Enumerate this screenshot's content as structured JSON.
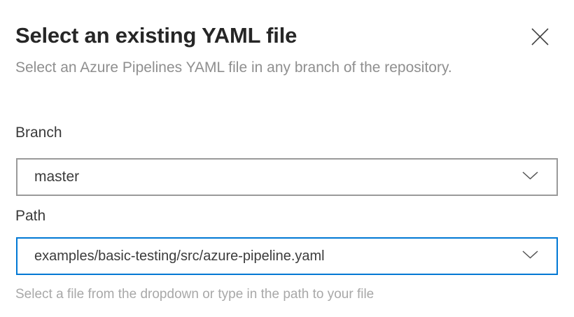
{
  "dialog": {
    "title": "Select an existing YAML file",
    "subtitle": "Select an Azure Pipelines YAML file in any branch of the repository."
  },
  "fields": {
    "branch": {
      "label": "Branch",
      "value": "master",
      "control": "dropdown",
      "chevron_icon": "chevron-down-icon"
    },
    "path": {
      "label": "Path",
      "value": "examples/basic-testing/src/azure-pipeline.yaml",
      "control": "combobox",
      "focused": true,
      "chevron_icon": "chevron-down-icon",
      "helper": "Select a file from the dropdown or type in the path to your file"
    }
  },
  "icons": {
    "close": "close-icon"
  },
  "colors": {
    "accent": "#0078d4",
    "border-gray": "#9a9a9a",
    "title-text": "#262626",
    "muted-text": "#8f8f8f",
    "helper-text": "#a8a8a8",
    "icon-gray": "#555555"
  }
}
